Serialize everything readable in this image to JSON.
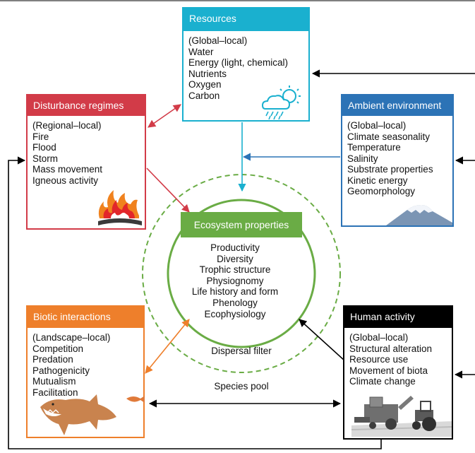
{
  "resources": {
    "title": "Resources",
    "items": [
      "(Global–local)",
      "Water",
      "Energy (light, chemical)",
      "Nutrients",
      "Oxygen",
      "Carbon"
    ],
    "icon": "weather-sun-cloud-rain-icon"
  },
  "disturbance": {
    "title": "Disturbance regimes",
    "items": [
      "(Regional–local)",
      "Fire",
      "Flood",
      "Storm",
      "Mass movement",
      "Igneous activity"
    ],
    "icon": "fire-icon"
  },
  "ambient": {
    "title": "Ambient environment",
    "items": [
      "(Global–local)",
      "Climate seasonality",
      "Temperature",
      "Salinity",
      "Substrate properties",
      "Kinetic energy",
      "Geomorphology"
    ],
    "icon": "mountain-icon"
  },
  "ecosystem": {
    "title": "Ecosystem properties",
    "items": [
      "Productivity",
      "Diversity",
      "Trophic structure",
      "Physiognomy",
      "Life history and form",
      "Phenology",
      "Ecophysiology"
    ]
  },
  "filters": {
    "dispersal": "Dispersal filter",
    "species_pool": "Species pool"
  },
  "biotic": {
    "title": "Biotic interactions",
    "items": [
      "(Landscape–local)",
      "Competition",
      "Predation",
      "Pathogenicity",
      "Mutualism",
      "Facilitation"
    ],
    "icon": "shark-fish-icon"
  },
  "human": {
    "title": "Human activity",
    "items": [
      "(Global–local)",
      "Structural alteration",
      "Resource use",
      "Movement of biota",
      "Climate change"
    ],
    "icon": "harvester-tractor-icon"
  },
  "colors": {
    "resources": "#1ab0cf",
    "disturbance": "#d23b48",
    "ambient": "#2c73b6",
    "ecosystem": "#6aac45",
    "biotic": "#ee7f2b",
    "human": "#000000"
  }
}
